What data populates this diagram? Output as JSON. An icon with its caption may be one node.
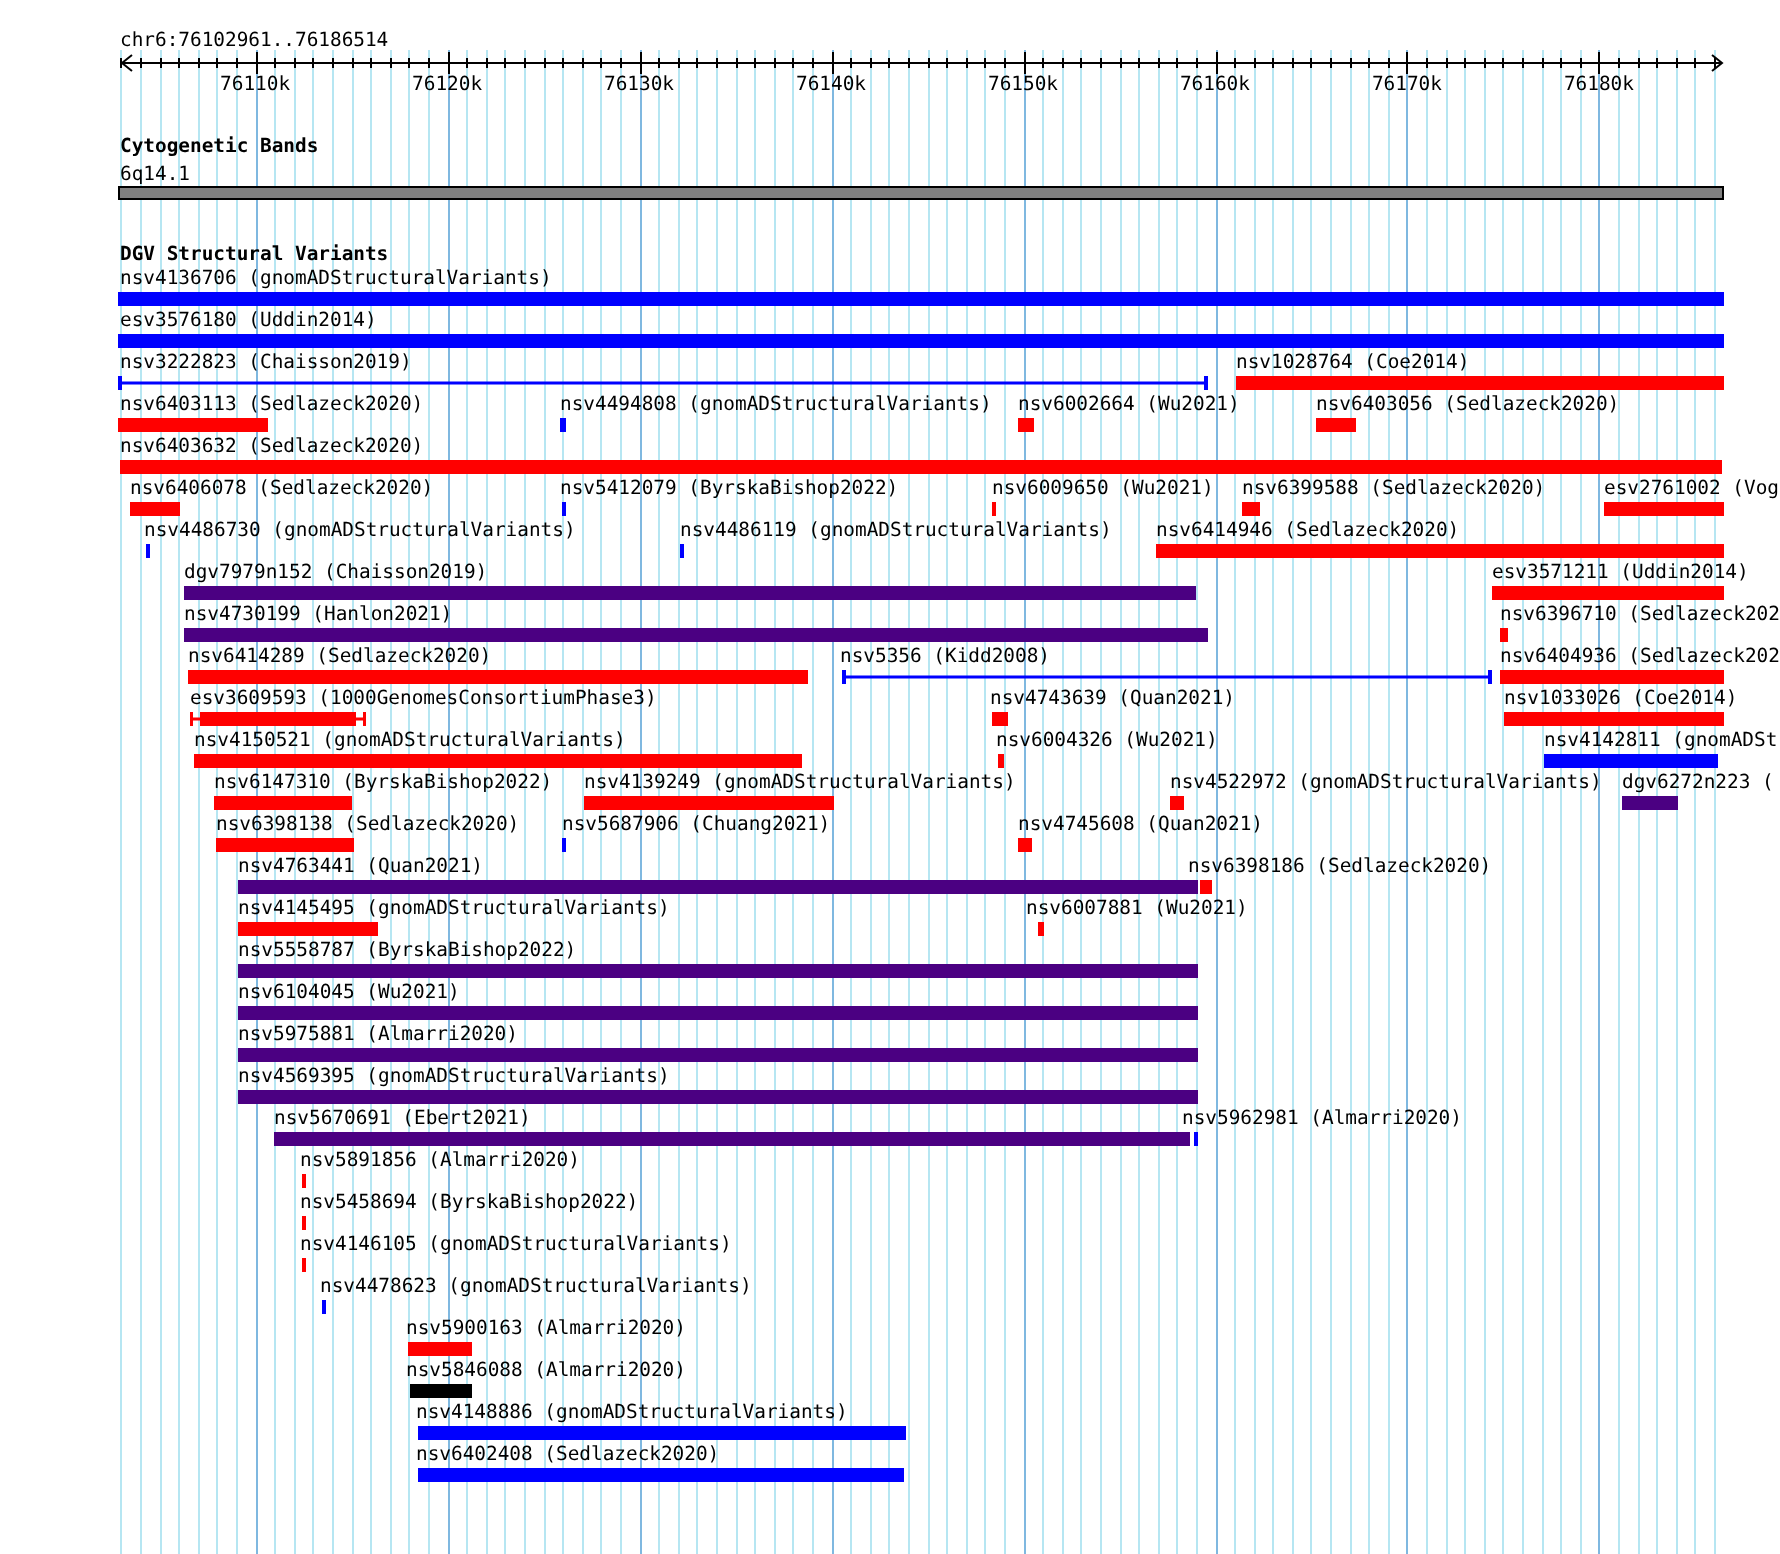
{
  "diagram": {
    "nodes": [
      {
        "text": [
          "6q14.1"
        ]
      },
      {
        "text": [
          "nsv4136706 (gnomADStructuralVariants)"
        ]
      },
      {
        "text": [
          "esv3576180 (Uddin2014)"
        ]
      },
      {
        "text": [
          "nsv3222823 (Chaisson2019)"
        ]
      },
      {
        "text": [
          "nsv1028764 (Coe2014)"
        ]
      },
      {
        "text": [
          "nsv6403113 (Sedlazeck2020)"
        ]
      },
      {
        "text": [
          "nsv4494808 (gnomADStructuralVariants)"
        ]
      },
      {
        "text": [
          "nsv6002664 (Wu2021)"
        ]
      },
      {
        "text": [
          "nsv6403056 (Sedlazeck2020)"
        ]
      },
      {
        "text": [
          "nsv6403632 (Sedlazeck2020)"
        ]
      },
      {
        "text": [
          "nsv6406078 (Sedlazeck2020)"
        ]
      },
      {
        "text": [
          "nsv5412079 (ByrskaBishop2022)"
        ]
      },
      {
        "text": [
          "nsv6009650 (Wu2021)"
        ]
      },
      {
        "text": [
          "nsv6399588 (Sedlazeck2020)"
        ]
      },
      {
        "text": [
          "esv2761002 (Vog"
        ]
      },
      {
        "text": [
          "nsv4486730 (gnomADStructuralVariants)"
        ]
      },
      {
        "text": [
          "nsv4486119 (gnomADStructuralVariants)"
        ]
      },
      {
        "text": [
          "nsv6414946 (Sedlazeck2020)"
        ]
      },
      {
        "text": [
          "dgv7979n152 (Chaisson2019)"
        ]
      },
      {
        "text": [
          "esv3571211 (Uddin2014)"
        ]
      },
      {
        "text": [
          "nsv4730199 (Hanlon2021)"
        ]
      },
      {
        "text": [
          "nsv6396710 (Sedlazeck202"
        ]
      },
      {
        "text": [
          "nsv6414289 (Sedlazeck2020)"
        ]
      },
      {
        "text": [
          "nsv5356 (Kidd2008)"
        ]
      },
      {
        "text": [
          "nsv6404936 (Sedlazeck202"
        ]
      },
      {
        "text": [
          "esv3609593 (1000GenomesConsortiumPhase3)"
        ]
      },
      {
        "text": [
          "nsv4743639 (Quan2021)"
        ]
      },
      {
        "text": [
          "nsv1033026 (Coe2014)"
        ]
      },
      {
        "text": [
          "nsv4150521 (gnomADStructuralVariants)"
        ]
      },
      {
        "text": [
          "nsv6004326 (Wu2021)"
        ]
      },
      {
        "text": [
          "nsv4142811 (gnomADSt"
        ]
      },
      {
        "text": [
          "nsv6147310 (ByrskaBishop2022)"
        ]
      },
      {
        "text": [
          "nsv4139249 (gnomADStructuralVariants)"
        ]
      },
      {
        "text": [
          "nsv4522972 (gnomADStructuralVariants)"
        ]
      },
      {
        "text": [
          "dgv6272n223 ("
        ]
      },
      {
        "text": [
          "nsv6398138 (Sedlazeck2020)"
        ]
      },
      {
        "text": [
          "nsv5687906 (Chuang2021)"
        ]
      },
      {
        "text": [
          "nsv4745608 (Quan2021)"
        ]
      },
      {
        "text": [
          "nsv4763441 (Quan2021)"
        ]
      },
      {
        "text": [
          "nsv6398186 (Sedlazeck2020)"
        ]
      },
      {
        "text": [
          "nsv4145495 (gnomADStructuralVariants)"
        ]
      },
      {
        "text": [
          "nsv6007881 (Wu2021)"
        ]
      },
      {
        "text": [
          "nsv5558787 (ByrskaBishop2022)"
        ]
      },
      {
        "text": [
          "nsv6104045 (Wu2021)"
        ]
      },
      {
        "text": [
          "nsv5975881 (Almarri2020)"
        ]
      },
      {
        "text": [
          "nsv4569395 (gnomADStructuralVariants)"
        ]
      },
      {
        "text": [
          "nsv5670691 (Ebert2021)"
        ]
      },
      {
        "text": [
          "nsv5962981 (Almarri2020)"
        ]
      },
      {
        "text": [
          "nsv5891856 (Almarri2020)"
        ]
      },
      {
        "text": [
          "nsv5458694 (ByrskaBishop2022)"
        ]
      },
      {
        "text": [
          "nsv4146105 (gnomADStructuralVariants)"
        ]
      },
      {
        "text": [
          "nsv4478623 (gnomADStructuralVariants)"
        ]
      },
      {
        "text": [
          "nsv5900163 (Almarri2020)"
        ]
      },
      {
        "text": [
          "nsv5846088 (Almarri2020)"
        ]
      },
      {
        "text": [
          "nsv4148886 (gnomADStructuralVariants)"
        ]
      },
      {
        "text": [
          "nsv6402408 (Sedlazeck2020)"
        ]
      }
    ],
    "labels": [
      "chr6:76102961..76186514",
      "76110k",
      "76120k",
      "76130k",
      "76140k",
      "76150k",
      "76160k",
      "76170k",
      "76180k",
      "Cytogenetic Bands",
      "DGV Structural Variants"
    ]
  }
}
